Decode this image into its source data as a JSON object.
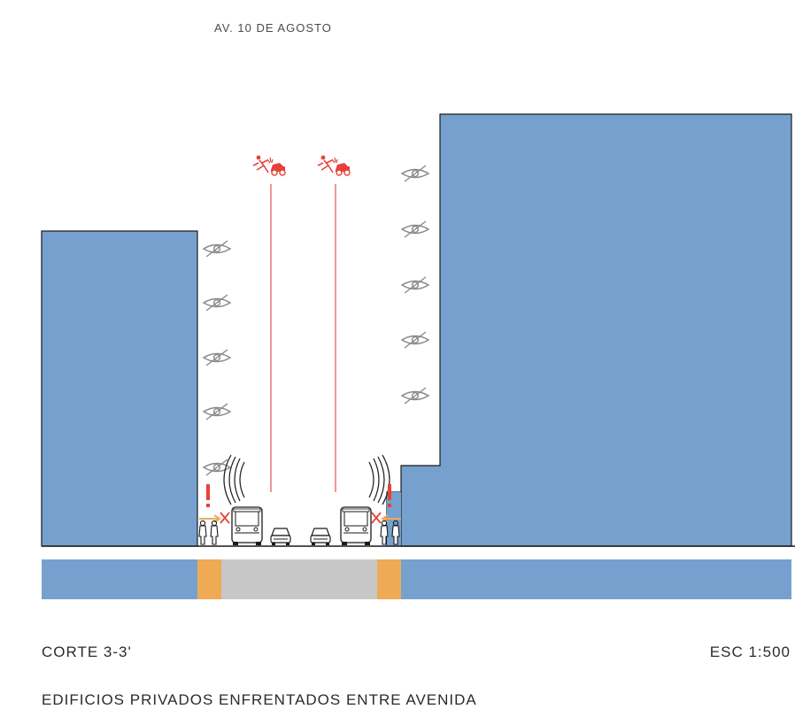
{
  "street_label": "AV. 10 DE AGOSTO",
  "section_title": "CORTE 3-3'",
  "scale": "ESC 1:500",
  "caption": "EDIFICIOS PRIVADOS ENFRENTADOS ENTRE AVENIDA",
  "colors": {
    "building": "#76a1cf",
    "sidewalk": "#eeaa55",
    "roadway": "#c7c7c7",
    "hazard": "#e8413a",
    "outline": "#1a1a1a",
    "eye": "#8a8a8a"
  },
  "icons": {
    "eye": "eye-icon",
    "accident": "pedestrian-hit-by-car-icon",
    "noise": "noise-waves-icon",
    "warning": "exclamation-icon",
    "blocked": "cross-icon",
    "bus": "bus-icon",
    "car": "car-icon",
    "pedestrian": "pedestrian-icon"
  }
}
